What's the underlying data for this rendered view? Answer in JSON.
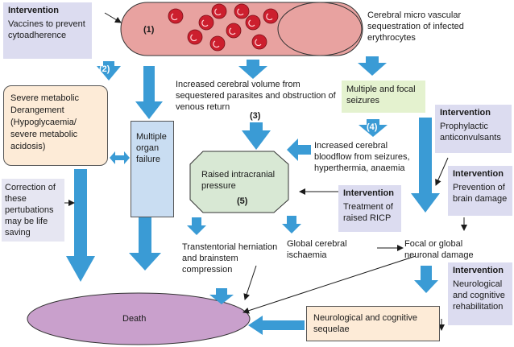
{
  "colors": {
    "arrow_blue": "#3a9bd5",
    "vessel_fill": "#e8a2a0",
    "rbc": "#cc1f2e",
    "intervention_bg": "#dcdcf0",
    "metabolic_bg": "#fdebd7",
    "organ_failure_bg": "#c9ddf2",
    "seizure_bg": "#e4f2cf",
    "icp_fill": "#d8e8d4",
    "death_fill": "#c9a0cc",
    "sequelae_bg": "#fdebd7"
  },
  "labels": {
    "n1": "(1)",
    "n2": "(2)",
    "n3": "(3)",
    "n4": "(4)",
    "n5": "(5)",
    "sequestration": "Cerebral micro  vascular sequestration of infected erythrocytes",
    "cerebral_volume": "Increased cerebral volume from sequestered parasites and obstruction of venous return",
    "bloodflow": "Increased cerebral bloodflow from seizures, hyperthermia, anaemia",
    "correction": "Correction of these pertubations may be life saving",
    "herniation": "Transtentorial herniation and brainstem compression",
    "ischaemia": "Global cerebral ischaemia",
    "neuronal_damage": "Focal or global neuronal damage"
  },
  "interventions": {
    "heading": "Intervention",
    "vaccines": "Vaccines to prevent cytoadherence",
    "anticonvulsants": "Prophylactic anticonvulsants",
    "brain_damage": "Prevention of brain damage",
    "ricp": "Treatment of raised RICP",
    "rehab": "Neurological and cognitive rehabilitation"
  },
  "boxes": {
    "metabolic": "Severe metabolic Derangement (Hypoglycaemia/ severe metabolic acidosis)",
    "organ_failure": "Multiple organ failure",
    "seizures": "Multiple and focal seizures",
    "icp": "Raised intracranial pressure",
    "death": "Death",
    "sequelae": "Neurological and cognitive sequelae"
  }
}
